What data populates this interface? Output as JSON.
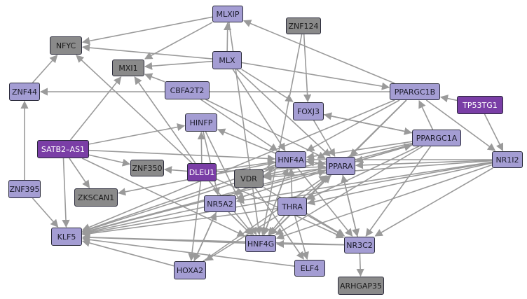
{
  "nodes": [
    {
      "id": "MLXIP",
      "label": "MLXIP",
      "kind": "tf"
    },
    {
      "id": "ZNF124",
      "label": "ZNF124",
      "kind": "other"
    },
    {
      "id": "NFYC",
      "label": "NFYC",
      "kind": "other"
    },
    {
      "id": "MLX",
      "label": "MLX",
      "kind": "tf"
    },
    {
      "id": "MXI1",
      "label": "MXI1",
      "kind": "other"
    },
    {
      "id": "ZNF44",
      "label": "ZNF44",
      "kind": "tf"
    },
    {
      "id": "CBFA2T2",
      "label": "CBFA2T2",
      "kind": "tf"
    },
    {
      "id": "PPARGC1B",
      "label": "PPARGC1B",
      "kind": "tf"
    },
    {
      "id": "TP53TG1",
      "label": "TP53TG1",
      "kind": "lnc"
    },
    {
      "id": "FOXJ3",
      "label": "FOXJ3",
      "kind": "tf"
    },
    {
      "id": "HINFP",
      "label": "HINFP",
      "kind": "tf"
    },
    {
      "id": "PPARGC1A",
      "label": "PPARGC1A",
      "kind": "tf"
    },
    {
      "id": "SATB2-AS1",
      "label": "SATB2–AS1",
      "kind": "lnc"
    },
    {
      "id": "NR1I2",
      "label": "NR1I2",
      "kind": "tf"
    },
    {
      "id": "HNF4A",
      "label": "HNF4A",
      "kind": "tf"
    },
    {
      "id": "ZNF350",
      "label": "ZNF350",
      "kind": "other"
    },
    {
      "id": "DLEU1",
      "label": "DLEU1",
      "kind": "lnc"
    },
    {
      "id": "PPARA",
      "label": "PPARA",
      "kind": "tf"
    },
    {
      "id": "VDR",
      "label": "VDR",
      "kind": "other"
    },
    {
      "id": "ZNF395",
      "label": "ZNF395",
      "kind": "tf"
    },
    {
      "id": "ZKSCAN1",
      "label": "ZKSCAN1",
      "kind": "other"
    },
    {
      "id": "NR5A2",
      "label": "NR5A2",
      "kind": "tf"
    },
    {
      "id": "THRA",
      "label": "THRA",
      "kind": "tf"
    },
    {
      "id": "KLF5",
      "label": "KLF5",
      "kind": "tf"
    },
    {
      "id": "HNF4G",
      "label": "HNF4G",
      "kind": "tf"
    },
    {
      "id": "NR3C2",
      "label": "NR3C2",
      "kind": "tf"
    },
    {
      "id": "HOXA2",
      "label": "HOXA2",
      "kind": "tf"
    },
    {
      "id": "ELF4",
      "label": "ELF4",
      "kind": "tf"
    },
    {
      "id": "ARHGAP35",
      "label": "ARHGAP35",
      "kind": "other"
    }
  ],
  "edges": [
    [
      "MLXIP",
      "NFYC"
    ],
    [
      "MLXIP",
      "MXI1"
    ],
    [
      "MLX",
      "MLXIP"
    ],
    [
      "MLX",
      "NFYC"
    ],
    [
      "MLX",
      "MXI1"
    ],
    [
      "MLX",
      "FOXJ3"
    ],
    [
      "MLX",
      "PPARGC1B"
    ],
    [
      "MLX",
      "HNF4A"
    ],
    [
      "MLX",
      "PPARA"
    ],
    [
      "MLXIP",
      "HNF4G"
    ],
    [
      "ZNF124",
      "HNF4G"
    ],
    [
      "PPARGC1B",
      "MLXIP"
    ],
    [
      "PPARGC1B",
      "ZNF44"
    ],
    [
      "PPARGC1B",
      "HNF4A"
    ],
    [
      "PPARGC1B",
      "HNF4G"
    ],
    [
      "PPARGC1B",
      "NR1I2"
    ],
    [
      "PPARGC1B",
      "PPARA"
    ],
    [
      "TP53TG1",
      "PPARGC1B"
    ],
    [
      "TP53TG1",
      "NR1I2"
    ],
    [
      "PPARGC1A",
      "PPARGC1B"
    ],
    [
      "PPARGC1A",
      "FOXJ3"
    ],
    [
      "PPARGC1A",
      "HNF4A"
    ],
    [
      "PPARGC1A",
      "PPARA"
    ],
    [
      "PPARGC1A",
      "VDR"
    ],
    [
      "PPARGC1A",
      "NR3C2"
    ],
    [
      "PPARGC1A",
      "THRA"
    ],
    [
      "PPARGC1A",
      "KLF5"
    ],
    [
      "NR1I2",
      "PPARA"
    ],
    [
      "NR1I2",
      "HNF4A"
    ],
    [
      "NR1I2",
      "VDR"
    ],
    [
      "NR1I2",
      "KLF5"
    ],
    [
      "NR1I2",
      "NR5A2"
    ],
    [
      "NR1I2",
      "HNF4G"
    ],
    [
      "NR1I2",
      "NR3C2"
    ],
    [
      "NR1I2",
      "THRA"
    ],
    [
      "CBFA2T2",
      "MXI1"
    ],
    [
      "CBFA2T2",
      "HNF4A"
    ],
    [
      "CBFA2T2",
      "PPARA"
    ],
    [
      "ZNF395",
      "ZNF44"
    ],
    [
      "ZNF395",
      "KLF5"
    ],
    [
      "ZNF44",
      "NFYC"
    ],
    [
      "SATB2-AS1",
      "MXI1"
    ],
    [
      "SATB2-AS1",
      "HINFP"
    ],
    [
      "SATB2-AS1",
      "HNF4A"
    ],
    [
      "SATB2-AS1",
      "ZKSCAN1"
    ],
    [
      "SATB2-AS1",
      "KLF5"
    ],
    [
      "SATB2-AS1",
      "HNF4G"
    ],
    [
      "SATB2-AS1",
      "ZNF350"
    ],
    [
      "DLEU1",
      "NFYC"
    ],
    [
      "DLEU1",
      "MXI1"
    ],
    [
      "DLEU1",
      "HINFP"
    ],
    [
      "DLEU1",
      "ZNF350"
    ],
    [
      "DLEU1",
      "HNF4A"
    ],
    [
      "DLEU1",
      "PPARA"
    ],
    [
      "DLEU1",
      "HNF4G"
    ],
    [
      "DLEU1",
      "HOXA2"
    ],
    [
      "DLEU1",
      "NR3C2"
    ],
    [
      "HNF4A",
      "PPARA"
    ],
    [
      "HNF4A",
      "KLF5"
    ],
    [
      "HNF4A",
      "NR5A2"
    ],
    [
      "HNF4A",
      "HNF4G"
    ],
    [
      "HNF4A",
      "NR3C2"
    ],
    [
      "HNF4A",
      "HINFP"
    ],
    [
      "HNF4A",
      "ZKSCAN1"
    ],
    [
      "PPARA",
      "HNF4A"
    ],
    [
      "PPARA",
      "KLF5"
    ],
    [
      "PPARA",
      "HNF4G"
    ],
    [
      "PPARA",
      "NR3C2"
    ],
    [
      "PPARA",
      "VDR"
    ],
    [
      "PPARA",
      "NR5A2"
    ],
    [
      "PPARA",
      "PPARGC1A"
    ],
    [
      "VDR",
      "KLF5"
    ],
    [
      "VDR",
      "ELF4"
    ],
    [
      "VDR",
      "NR3C2"
    ],
    [
      "VDR",
      "HNF4A"
    ],
    [
      "THRA",
      "KLF5"
    ],
    [
      "THRA",
      "HNF4G"
    ],
    [
      "THRA",
      "NR3C2"
    ],
    [
      "THRA",
      "ELF4"
    ],
    [
      "THRA",
      "PPARA"
    ],
    [
      "THRA",
      "HNF4A"
    ],
    [
      "THRA",
      "HOXA2"
    ],
    [
      "NR5A2",
      "KLF5"
    ],
    [
      "NR5A2",
      "HNF4G"
    ],
    [
      "NR5A2",
      "HOXA2"
    ],
    [
      "NR5A2",
      "PPARA"
    ],
    [
      "HNF4G",
      "KLF5"
    ],
    [
      "HNF4G",
      "PPARA"
    ],
    [
      "HNF4G",
      "HNF4A"
    ],
    [
      "NR3C2",
      "KLF5"
    ],
    [
      "NR3C2",
      "HNF4G"
    ],
    [
      "NR3C2",
      "ARHGAP35"
    ],
    [
      "NR3C2",
      "PPARA"
    ],
    [
      "HOXA2",
      "KLF5"
    ],
    [
      "HOXA2",
      "NR5A2"
    ],
    [
      "HOXA2",
      "PPARA"
    ],
    [
      "ELF4",
      "KLF5"
    ],
    [
      "HINFP",
      "NR5A2"
    ],
    [
      "HINFP",
      "HNF4G"
    ],
    [
      "FOXJ3",
      "PPARGC1A"
    ],
    [
      "FOXJ3",
      "PPARA"
    ],
    [
      "ZNF124",
      "FOXJ3"
    ],
    [
      "PPARGC1B",
      "KLF5"
    ],
    [
      "PPARGC1A",
      "HNF4G"
    ]
  ]
}
